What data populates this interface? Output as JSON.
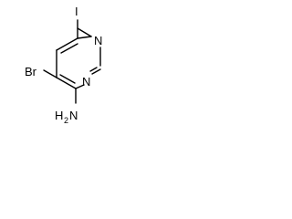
{
  "molecule": {
    "atoms": {
      "iodine": "I",
      "bromine": "Br",
      "nitrogen_top": "N",
      "nitrogen_bottom": "N",
      "amine_main": "H",
      "amine_sub": "2",
      "amine_n": "N"
    }
  }
}
